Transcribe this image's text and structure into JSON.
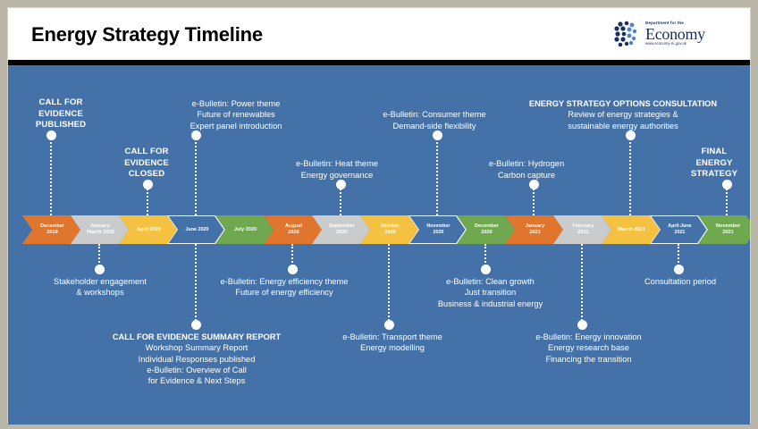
{
  "header": {
    "title": "Energy Strategy Timeline",
    "logo": {
      "department_line": "Department for the",
      "wordmark": "Economy",
      "url": "www.economy-ni.gov.uk"
    }
  },
  "timeline": {
    "segments": [
      {
        "label": "December\n2019",
        "color": "#E0752D"
      },
      {
        "label": "January-\nMarch 2020",
        "color": "#C9CBCD"
      },
      {
        "label": "April 2020",
        "color": "#F5C141"
      },
      {
        "label": "June 2020",
        "color": "#4472A8"
      },
      {
        "label": "July 2020",
        "color": "#6FA84F"
      },
      {
        "label": "August\n2020",
        "color": "#E0752D"
      },
      {
        "label": "September\n2020",
        "color": "#C9CBCD"
      },
      {
        "label": "October\n2020",
        "color": "#F5C141"
      },
      {
        "label": "November\n2020",
        "color": "#4472A8"
      },
      {
        "label": "December\n2020",
        "color": "#6FA84F"
      },
      {
        "label": "January\n2021",
        "color": "#E0752D"
      },
      {
        "label": "February\n2021",
        "color": "#C9CBCD"
      },
      {
        "label": "March 2021",
        "color": "#F5C141"
      },
      {
        "label": "April-June\n2021",
        "color": "#4472A8"
      },
      {
        "label": "November\n2021",
        "color": "#6FA84F"
      }
    ]
  },
  "callouts": {
    "above": [
      {
        "name": "call-for-evidence-published",
        "bold": true,
        "lines": [
          "CALL FOR",
          "EVIDENCE",
          "PUBLISHED"
        ]
      },
      {
        "name": "e-bulletin-power-theme",
        "bold": false,
        "lines": [
          "e-Bulletin: Power theme",
          "Future of renewables",
          "Expert panel introduction"
        ]
      },
      {
        "name": "call-for-evidence-closed",
        "bold": true,
        "lines": [
          "CALL FOR",
          "EVIDENCE",
          "CLOSED"
        ]
      },
      {
        "name": "e-bulletin-heat-theme",
        "bold": false,
        "lines": [
          "e-Bulletin: Heat theme",
          "Energy governance"
        ]
      },
      {
        "name": "e-bulletin-consumer-theme",
        "bold": false,
        "lines": [
          "e-Bulletin: Consumer theme",
          "Demand-side flexibility"
        ]
      },
      {
        "name": "e-bulletin-hydrogen",
        "bold": false,
        "lines": [
          "e-Bulletin: Hydrogen",
          "Carbon capture"
        ]
      },
      {
        "name": "energy-strategy-options-consultation",
        "bold": false,
        "heading": "ENERGY STRATEGY OPTIONS CONSULTATION",
        "lines": [
          "Review of energy strategies &",
          "sustainable energy authorities"
        ]
      },
      {
        "name": "final-energy-strategy",
        "bold": true,
        "lines": [
          "FINAL",
          "ENERGY",
          "STRATEGY"
        ]
      }
    ],
    "below": [
      {
        "name": "stakeholder-engagement",
        "bold": false,
        "lines": [
          "Stakeholder engagement",
          "& workshops"
        ]
      },
      {
        "name": "e-bulletin-energy-efficiency-theme",
        "bold": false,
        "lines": [
          "e-Bulletin: Energy efficiency theme",
          "Future of energy efficiency"
        ]
      },
      {
        "name": "call-for-evidence-summary-report",
        "bold": false,
        "heading": "CALL FOR EVIDENCE SUMMARY REPORT",
        "lines": [
          "Workshop Summary Report",
          "Individual Responses published",
          "e-Bulletin: Overview of Call",
          "for Evidence & Next Steps"
        ]
      },
      {
        "name": "e-bulletin-transport-theme",
        "bold": false,
        "lines": [
          "e-Bulletin: Transport theme",
          "Energy modelling"
        ]
      },
      {
        "name": "e-bulletin-clean-growth",
        "bold": false,
        "lines": [
          "e-Bulletin: Clean growth",
          "Just transition",
          "Business & industrial energy"
        ]
      },
      {
        "name": "e-bulletin-energy-innovation",
        "bold": false,
        "lines": [
          "e-Bulletin: Energy innovation",
          "Energy research base",
          "Financing the transition"
        ]
      },
      {
        "name": "consultation-period",
        "bold": false,
        "lines": [
          "Consultation period"
        ]
      }
    ]
  },
  "colors": {
    "canvas": "#4472A8",
    "orange": "#E0752D",
    "gray": "#C9CBCD",
    "yellow": "#F5C141",
    "blue": "#4472A8",
    "green": "#6FA84F"
  }
}
